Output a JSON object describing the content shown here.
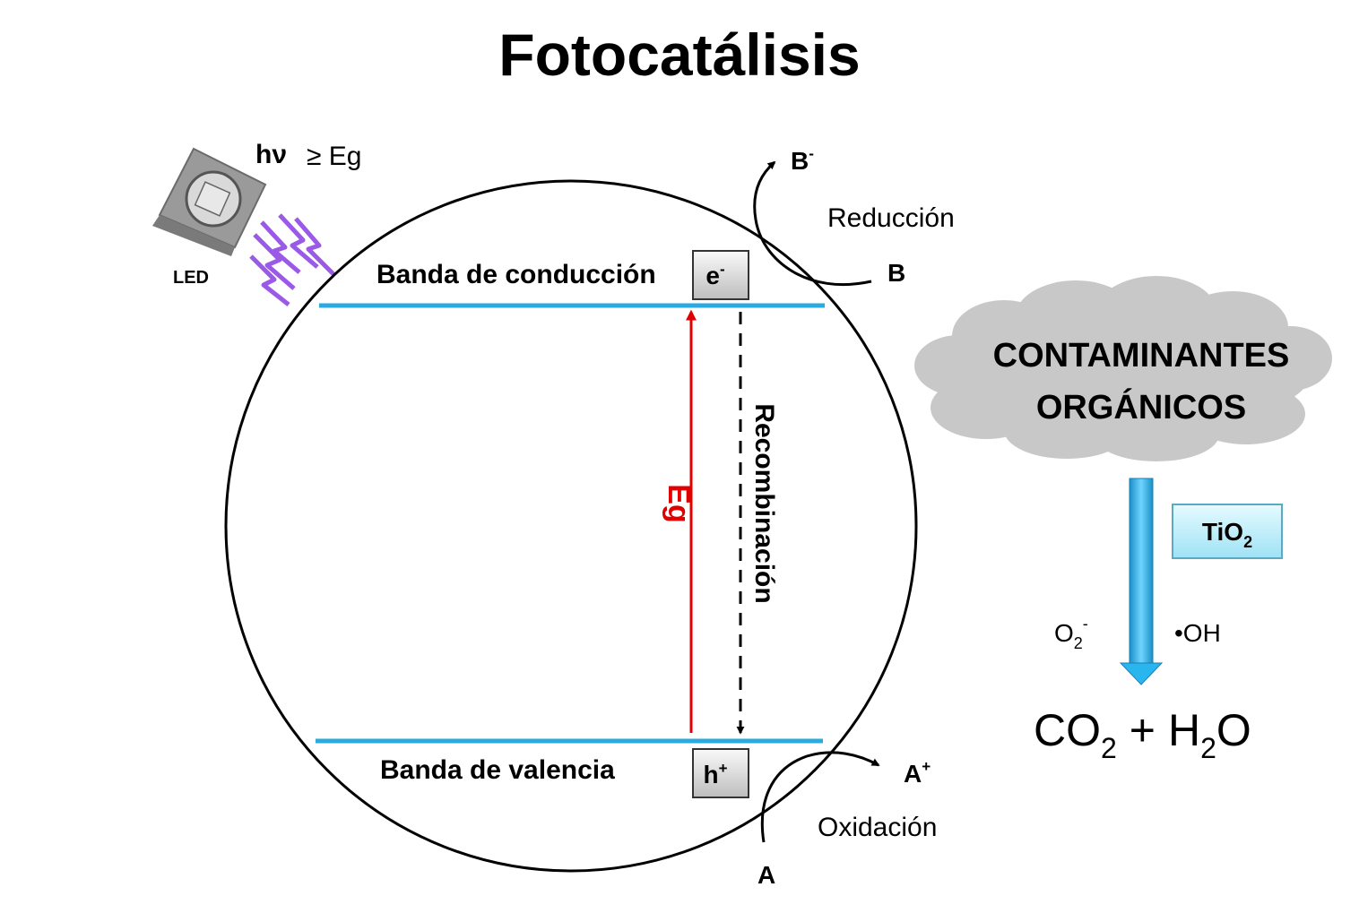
{
  "title": "Fotocatálisis",
  "light": {
    "symbol": "hν",
    "condition": "≥ Eg",
    "source_label": "LED"
  },
  "bands": {
    "conduction_label": "Banda de conducción",
    "valence_label": "Banda de valencia",
    "electron": {
      "base": "e",
      "sup": "-"
    },
    "hole": {
      "base": "h",
      "sup": "+"
    }
  },
  "gap_label": "Eg",
  "recombination_label": "Recombinación",
  "reduction": {
    "label": "Reducción",
    "reactant": "B",
    "product": {
      "base": "B",
      "sup": "-"
    }
  },
  "oxidation": {
    "label": "Oxidación",
    "reactant": "A",
    "product": {
      "base": "A",
      "sup": "+"
    }
  },
  "pollutants": {
    "line1": "CONTAMINANTES",
    "line2": "ORGÁNICOS"
  },
  "catalyst": {
    "base": "TiO",
    "sub": "2"
  },
  "radicals": {
    "superoxide": {
      "base": "O",
      "sub": "2",
      "sup": "-"
    },
    "hydroxyl": "•OH"
  },
  "products": {
    "co2": {
      "base": "CO",
      "sub": "2"
    },
    "plus": "+",
    "h2o": {
      "base": "H",
      "sub": "2",
      "tail": "O"
    }
  },
  "colors": {
    "band_line": "#29abe2",
    "gap_arrow": "#e00000",
    "lightning": "#9b59e8",
    "cloud": "#c8c8c8",
    "catalyst_box": "#bfefff",
    "down_arrow": "#29b6ef"
  },
  "icons": [
    "led-chip-icon",
    "lightning-icon",
    "cloud-icon",
    "down-arrow-icon"
  ]
}
